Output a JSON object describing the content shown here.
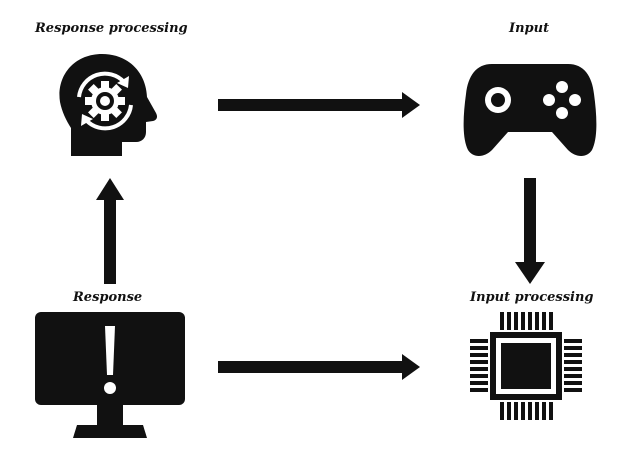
{
  "nodes": {
    "response_processing": {
      "label": "Response processing",
      "icon": "head-gear-cycle-icon"
    },
    "input": {
      "label": "Input",
      "icon": "gamepad-icon"
    },
    "input_processing": {
      "label": "Input processing",
      "icon": "cpu-chip-icon"
    },
    "response": {
      "label": "Response",
      "icon": "monitor-alert-icon"
    }
  },
  "edges": [
    {
      "from": "response_processing",
      "to": "input"
    },
    {
      "from": "input",
      "to": "input_processing"
    },
    {
      "from": "response",
      "to": "input_processing"
    },
    {
      "from": "response",
      "to": "response_processing"
    }
  ],
  "colors": {
    "ink": "#111111",
    "background": "#ffffff"
  }
}
